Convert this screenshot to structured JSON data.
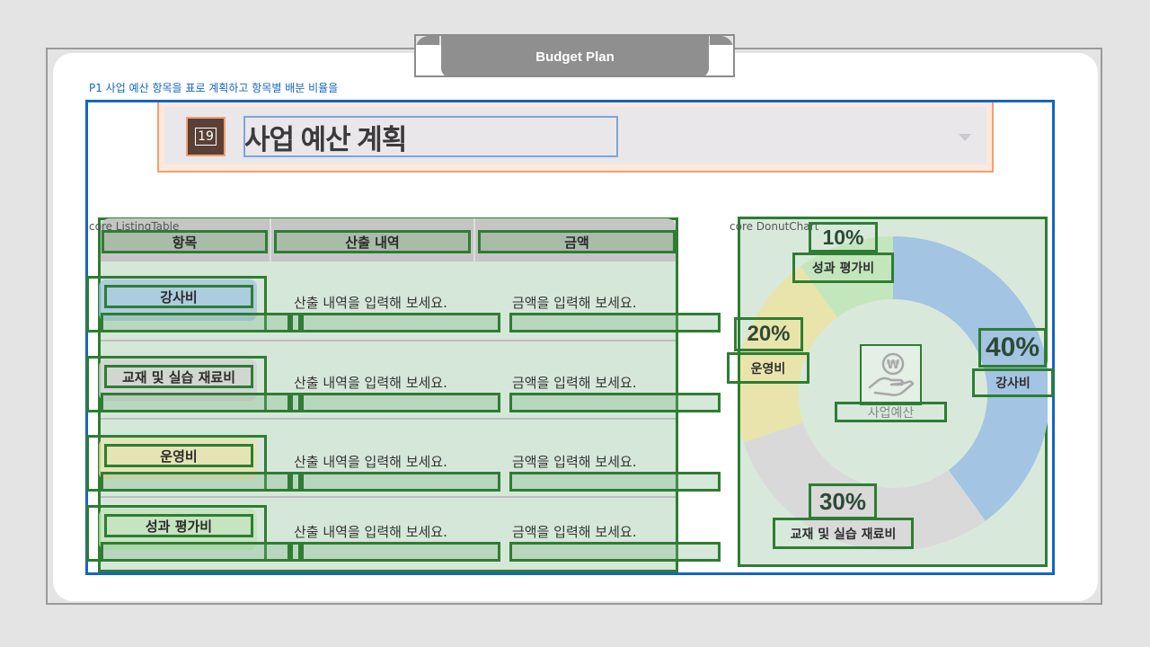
{
  "tab": {
    "title": "Budget Plan"
  },
  "subtitle": "P1 사업 예산 항목을 표로 계획하고 항목별 배분 비율을",
  "header": {
    "page_number": "19",
    "title": "사업 예산 계획"
  },
  "table": {
    "component_label": "core ListingTable",
    "columns": [
      "항목",
      "산출 내역",
      "금액"
    ],
    "rows": [
      {
        "item": "강사비",
        "detail_placeholder": "산출 내역을 입력해 보세요.",
        "amount_placeholder": "금액을 입력해 보세요.",
        "color": "#9ec3e0"
      },
      {
        "item": "교재 및 실습 재료비",
        "detail_placeholder": "산출 내역을 입력해 보세요.",
        "amount_placeholder": "금액을 입력해 보세요.",
        "color": "#d0d0d0"
      },
      {
        "item": "운영비",
        "detail_placeholder": "산출 내역을 입력해 보세요.",
        "amount_placeholder": "금액을 입력해 보세요.",
        "color": "#e8e3a8"
      },
      {
        "item": "성과 평가비",
        "detail_placeholder": "산출 내역을 입력해 보세요.",
        "amount_placeholder": "금액을 입력해 보세요.",
        "color": "#bfe3b5"
      }
    ]
  },
  "donut": {
    "component_label": "core DonutChart",
    "center_label": "사업예산",
    "center_icon": "hand-coin-icon"
  },
  "chart_data": {
    "type": "pie",
    "categories": [
      "강사비",
      "교재 및 실습 재료비",
      "운영비",
      "성과 평가비"
    ],
    "values": [
      40,
      30,
      20,
      10
    ],
    "labels": [
      "40%",
      "30%",
      "20%",
      "10%"
    ],
    "colors": [
      "#a3c4e3",
      "#d9d9d9",
      "#e9e4ab",
      "#c3e6bd"
    ],
    "donut": true
  }
}
